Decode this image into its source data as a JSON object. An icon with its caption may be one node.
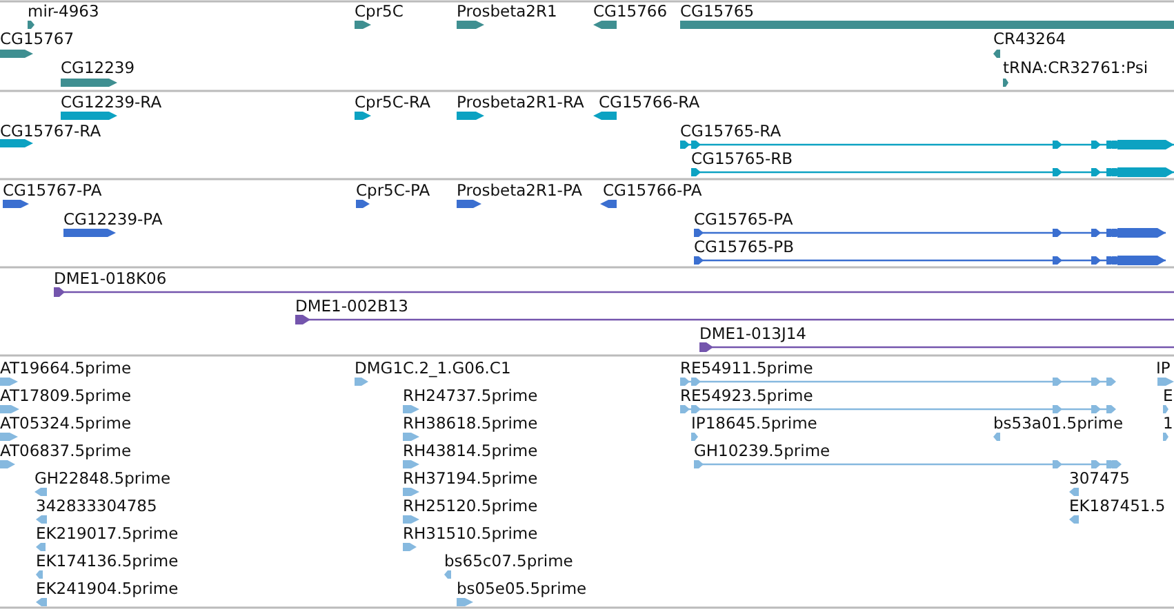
{
  "diagram": {
    "labels": [
      "mir-4963",
      "Cpr5C",
      "Prosbeta2R1",
      "CG15766",
      "CG15765",
      "CG15767",
      "CR43264",
      "CG12239",
      "tRNA:CR32761:Psi",
      "CG12239-RA",
      "Cpr5C-RA",
      "Prosbeta2R1-RA",
      "CG15766-RA",
      "CG15767-RA",
      "CG15765-RA",
      "CG15765-RB",
      "CG15767-PA",
      "Cpr5C-PA",
      "Prosbeta2R1-PA",
      "CG15766-PA",
      "CG12239-PA",
      "CG15765-PA",
      "CG15765-PB",
      "DME1-018K06",
      "DME1-002B13",
      "DME1-013J14",
      "AT19664.5prime",
      "DMG1C.2_1.G06.C1",
      "RE54911.5prime",
      "IP",
      "AT17809.5prime",
      "RH24737.5prime",
      "RE54923.5prime",
      "E",
      "AT05324.5prime",
      "RH38618.5prime",
      "IP18645.5prime",
      "bs53a01.5prime",
      "1",
      "AT06837.5prime",
      "RH43814.5prime",
      "GH10239.5prime",
      "GH22848.5prime",
      "RH37194.5prime",
      "307475",
      "342833304785",
      "RH25120.5prime",
      "EK187451.5",
      "EK219017.5prime",
      "RH31510.5prime",
      "EK174136.5prime",
      "bs65c07.5prime",
      "EK241904.5prime",
      "bs05e05.5prime"
    ]
  }
}
